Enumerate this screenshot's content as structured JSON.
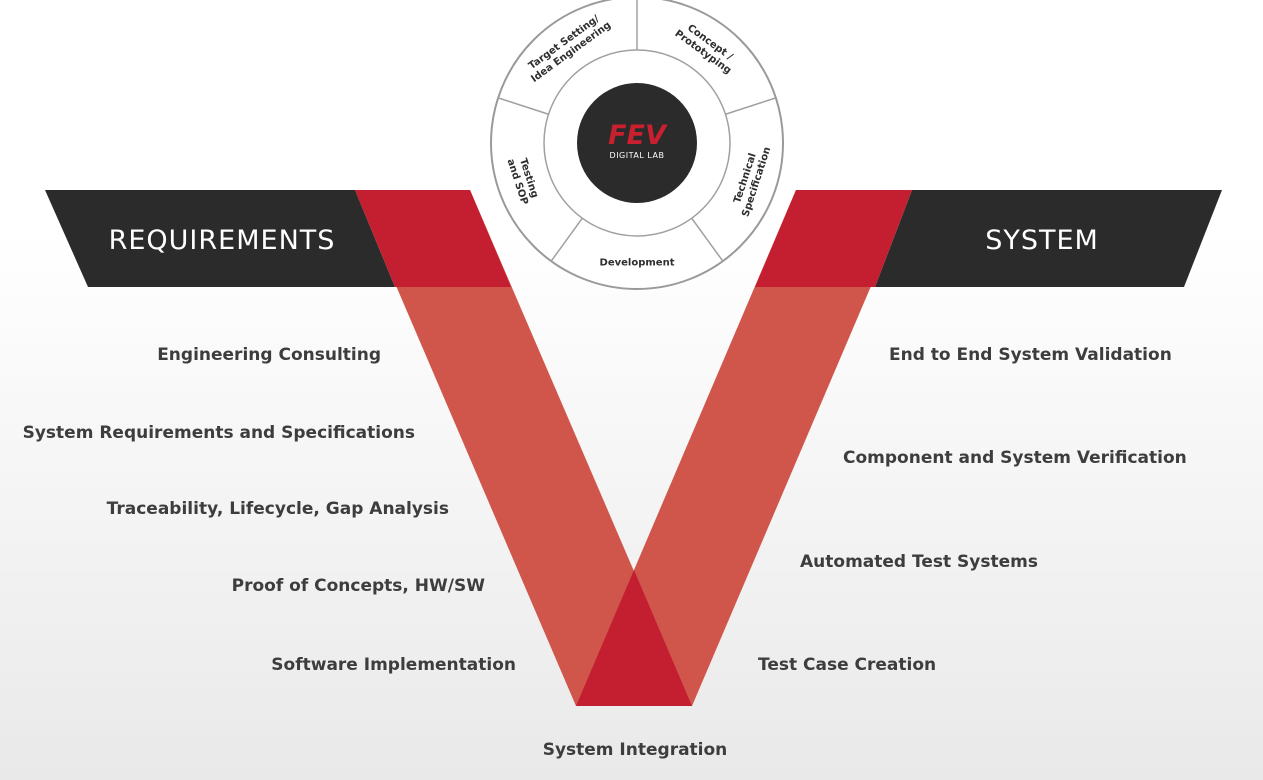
{
  "colors": {
    "brand_red": "#c41f30",
    "v_red_light": "#d0564c",
    "banner_dark": "#2b2b2b",
    "text_dark": "#3d3d3d",
    "background_light": "#f3f3f3"
  },
  "banners": {
    "left": "REQUIREMENTS",
    "right": "SYSTEM"
  },
  "left_items": [
    "Engineering Consulting",
    "System Requirements and Specifications",
    "Traceability, Lifecycle, Gap Analysis",
    "Proof of Concepts, HW/SW",
    "Software Implementation"
  ],
  "right_items": [
    "End to End System Validation",
    "Component and System Verification",
    "Automated Test Systems",
    "Test Case Creation"
  ],
  "bottom_item": "System Integration",
  "wheel": {
    "logo": "FEV",
    "logo_sub": "DIGITAL LAB",
    "segments": [
      {
        "lines": [
          "Target Setting/",
          "Idea Engineering"
        ]
      },
      {
        "lines": [
          "Concept /",
          "Prototyping"
        ]
      },
      {
        "lines": [
          "Technical",
          "Specification"
        ]
      },
      {
        "lines": [
          "Development"
        ]
      },
      {
        "lines": [
          "Testing",
          "and SOP"
        ]
      }
    ]
  }
}
